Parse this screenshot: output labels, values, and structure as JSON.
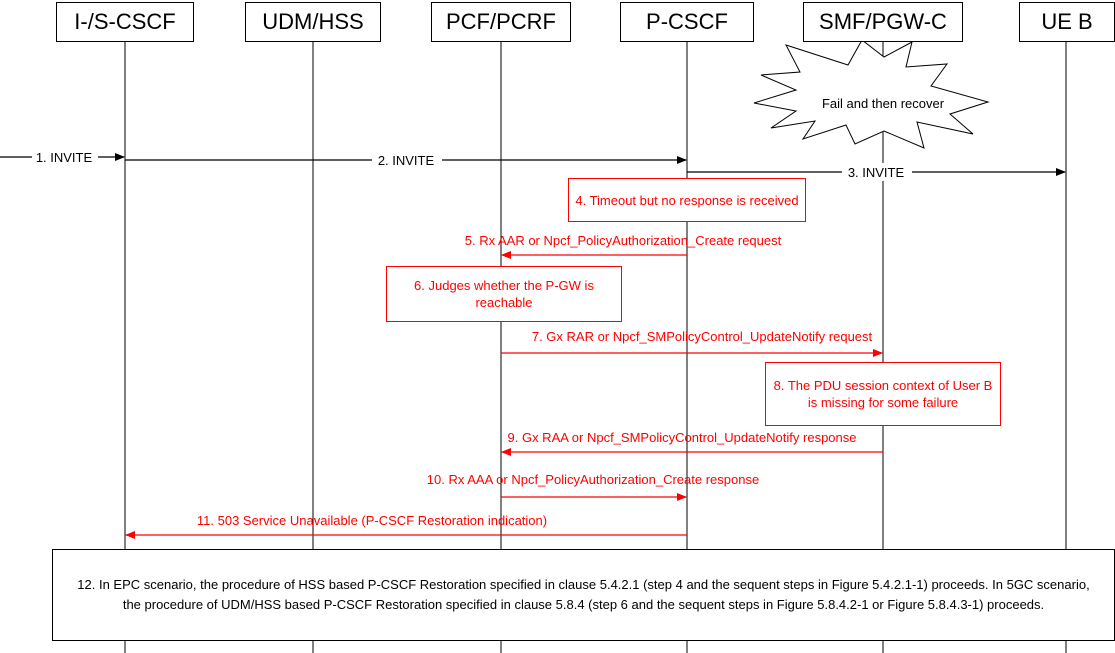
{
  "entities": [
    "I-/S-CSCF",
    "UDM/HSS",
    "PCF/PCRF",
    "P-CSCF",
    "SMF/PGW-C",
    "UE B"
  ],
  "failure_burst": "Fail and then recover",
  "messages": {
    "m1": "1. INVITE",
    "m2": "2. INVITE",
    "m3": "3. INVITE",
    "m5": "5. Rx AAR or Npcf_PolicyAuthorization_Create request",
    "m7": "7. Gx RAR or Npcf_SMPolicyControl_UpdateNotify request",
    "m9": "9. Gx RAA or Npcf_SMPolicyControl_UpdateNotify response",
    "m10": "10. Rx AAA or Npcf_PolicyAuthorization_Create response",
    "m11": "11. 503 Service Unavailable (P-CSCF Restoration indication)"
  },
  "notes": {
    "n4": "4. Timeout but no response is received",
    "n6": "6. Judges whether the P-GW is reachable",
    "n8": "8. The PDU session context of User B is missing for some failure"
  },
  "final_note": "12. In EPC scenario, the procedure of HSS based P-CSCF Restoration specified in clause 5.4.2.1 (step 4 and the sequent steps in Figure 5.4.2.1-1) proceeds. In 5GC scenario, the procedure of UDM/HSS based P-CSCF Restoration specified in clause 5.8.4 (step 6 and the sequent steps in Figure 5.8.4.2-1 or Figure 5.8.4.3-1) proceeds.",
  "colors": {
    "black_flow": "#000000",
    "red_flow": "#ff0000"
  }
}
